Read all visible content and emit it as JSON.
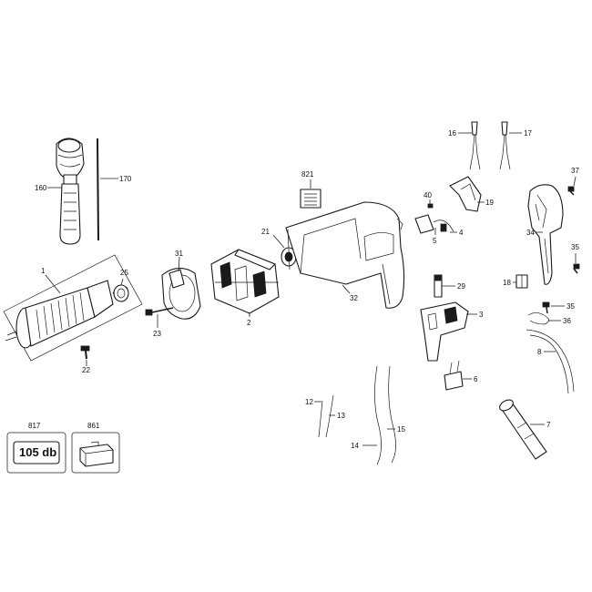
{
  "parts": [
    {
      "id": "p160",
      "label": "160"
    },
    {
      "id": "p170",
      "label": "170"
    },
    {
      "id": "p1",
      "label": "1"
    },
    {
      "id": "p25",
      "label": "25"
    },
    {
      "id": "p22",
      "label": "22"
    },
    {
      "id": "p31",
      "label": "31"
    },
    {
      "id": "p23",
      "label": "23"
    },
    {
      "id": "p2",
      "label": "2"
    },
    {
      "id": "p21",
      "label": "21"
    },
    {
      "id": "p821",
      "label": "821"
    },
    {
      "id": "p32",
      "label": "32"
    },
    {
      "id": "p40",
      "label": "40"
    },
    {
      "id": "p16",
      "label": "16"
    },
    {
      "id": "p17",
      "label": "17"
    },
    {
      "id": "p19",
      "label": "19"
    },
    {
      "id": "p4",
      "label": "4"
    },
    {
      "id": "p5",
      "label": "5"
    },
    {
      "id": "p29",
      "label": "29"
    },
    {
      "id": "p3",
      "label": "3"
    },
    {
      "id": "p6",
      "label": "6"
    },
    {
      "id": "p37",
      "label": "37"
    },
    {
      "id": "p34",
      "label": "34"
    },
    {
      "id": "p35a",
      "label": "35"
    },
    {
      "id": "p18",
      "label": "18"
    },
    {
      "id": "p35b",
      "label": "35"
    },
    {
      "id": "p36",
      "label": "36"
    },
    {
      "id": "p8",
      "label": "8"
    },
    {
      "id": "p7",
      "label": "7"
    },
    {
      "id": "p12",
      "label": "12"
    },
    {
      "id": "p13",
      "label": "13"
    },
    {
      "id": "p15",
      "label": "15"
    },
    {
      "id": "p14",
      "label": "14"
    },
    {
      "id": "p817",
      "label": "817"
    },
    {
      "id": "p861",
      "label": "861"
    }
  ],
  "noise_label": "105 db"
}
